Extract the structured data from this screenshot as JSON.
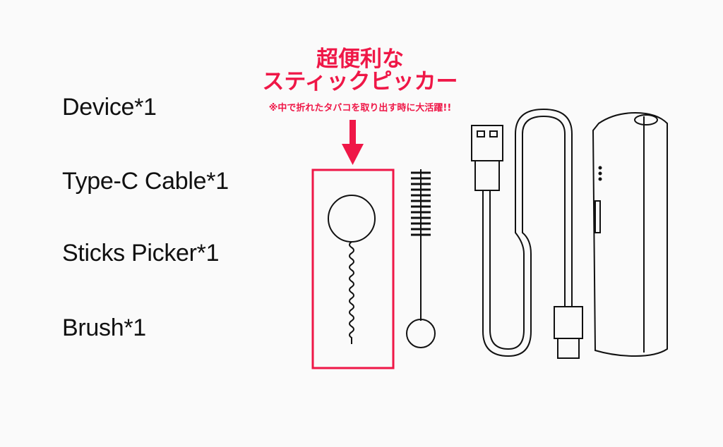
{
  "items": [
    {
      "label": "Device*1"
    },
    {
      "label": "Type-C Cable*1"
    },
    {
      "label": "Sticks Picker*1"
    },
    {
      "label": "Brush*1"
    }
  ],
  "callout": {
    "title_line1": "超便利な",
    "title_line2": "スティックピッカー",
    "note": "※中で折れたタバコを取り出す時に大活躍!!",
    "color": "#ef1747"
  }
}
